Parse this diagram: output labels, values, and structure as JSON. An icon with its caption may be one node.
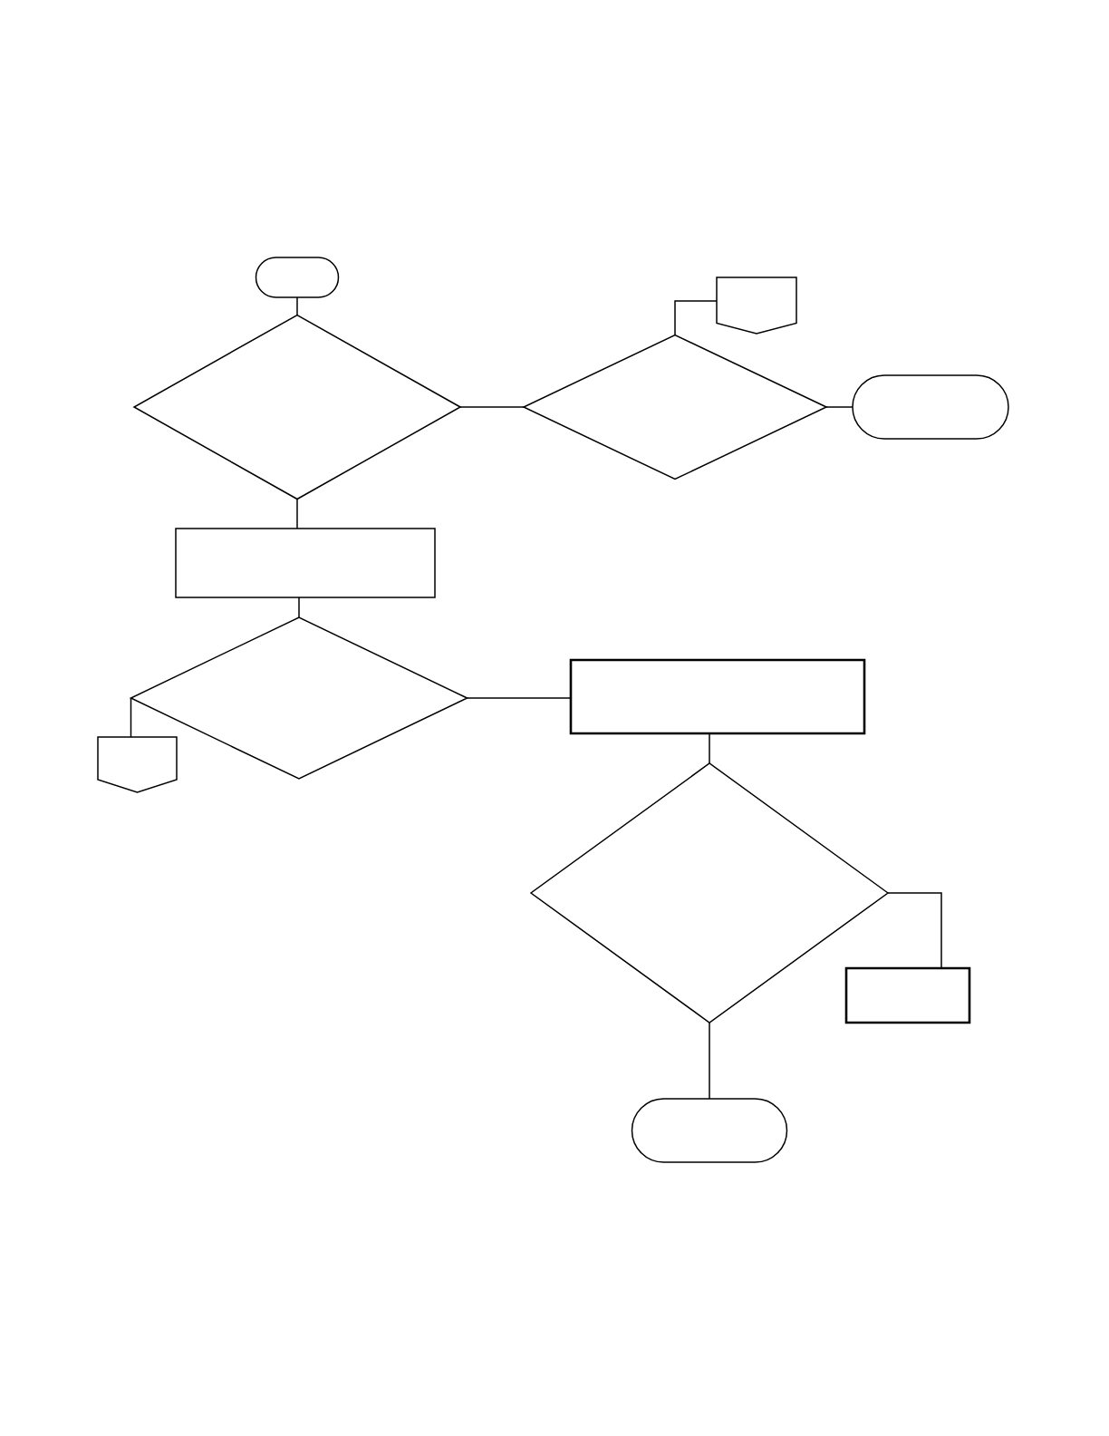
{
  "diagram": {
    "nodes": [
      {
        "text": [],
        "shape": "stadium"
      },
      {
        "text": [],
        "shape": "pentagon"
      },
      {
        "text": [],
        "shape": "diamond"
      },
      {
        "text": [],
        "shape": "diamond"
      },
      {
        "text": [],
        "shape": "stadium"
      },
      {
        "text": [],
        "shape": "box"
      },
      {
        "text": [],
        "shape": "diamond"
      },
      {
        "text": [],
        "shape": "box"
      },
      {
        "text": [],
        "shape": "pentagon"
      },
      {
        "text": [],
        "shape": "diamond"
      },
      {
        "text": [],
        "shape": "box"
      },
      {
        "text": [],
        "shape": "stadium"
      }
    ],
    "edges": [
      {
        "from": 0,
        "to": 2,
        "arrow": "none"
      },
      {
        "from": 2,
        "to": 3,
        "arrow": "none"
      },
      {
        "from": 3,
        "to": 1,
        "arrow": "none"
      },
      {
        "from": 3,
        "to": 4,
        "arrow": "none"
      },
      {
        "from": 2,
        "to": 5,
        "arrow": "none"
      },
      {
        "from": 5,
        "to": 6,
        "arrow": "none"
      },
      {
        "from": 6,
        "to": 8,
        "arrow": "none"
      },
      {
        "from": 6,
        "to": 7,
        "arrow": "none"
      },
      {
        "from": 7,
        "to": 9,
        "arrow": "none"
      },
      {
        "from": 9,
        "to": 10,
        "arrow": "none"
      },
      {
        "from": 9,
        "to": 11,
        "arrow": "none"
      }
    ]
  }
}
